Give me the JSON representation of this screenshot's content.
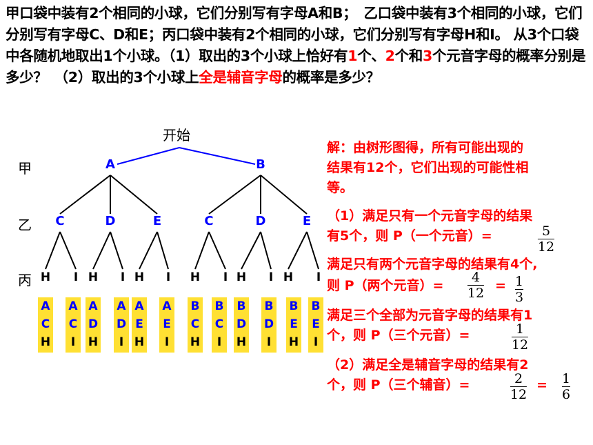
{
  "problem": {
    "p1": "甲口袋中装有2个相同的小球，它们分别写有字母A和B；　乙口袋中装有3个相同的小球，它们分别写有字母C、D和E；丙口袋中装有2个相同的小球，它们分别写有字母H和I。 从3个口袋中各随机地取出1个小球。（1）取出的3个小球上恰好有",
    "r1": "1",
    "p2": "个、",
    "r2": "2",
    "p3": "个和",
    "r3": "3",
    "p4": "个元音字母的概率分别是多少？　（2）取出的3个小球上",
    "r4": "全是辅音字母",
    "p5": "的概率是多少？"
  },
  "tree": {
    "start": "开始",
    "levels": [
      "甲",
      "乙",
      "丙"
    ],
    "bag_a": [
      "A",
      "B"
    ],
    "bag_b": [
      "C",
      "D",
      "E",
      "C",
      "D",
      "E"
    ],
    "bag_c": [
      "H",
      "I",
      "H",
      "I",
      "H",
      "I",
      "H",
      "I",
      "H",
      "I",
      "H",
      "I"
    ],
    "outcomes": [
      [
        "A",
        "C",
        "H"
      ],
      [
        "A",
        "C",
        "I"
      ],
      [
        "A",
        "D",
        "H"
      ],
      [
        "A",
        "D",
        "I"
      ],
      [
        "A",
        "E",
        "H"
      ],
      [
        "A",
        "E",
        "I"
      ],
      [
        "B",
        "C",
        "H"
      ],
      [
        "B",
        "C",
        "I"
      ],
      [
        "B",
        "D",
        "H"
      ],
      [
        "B",
        "D",
        "I"
      ],
      [
        "B",
        "E",
        "H"
      ],
      [
        "B",
        "E",
        "I"
      ]
    ]
  },
  "solution": {
    "intro_1": "解：由树形图得，所有可能出现的",
    "intro_2": "结果有12个，它们出现的可能性相",
    "intro_3": "等。",
    "q1_line1": "（1）满足只有一个元音字母的结果",
    "q1_line2": "有5个，则 P（一个元音）=",
    "q1_frac": [
      "5",
      "12"
    ],
    "q2_line1": "满足只有两个元音字母的结果有4个,",
    "q2_line2": "则 P（两个元音）=",
    "q2_frac": [
      "4",
      "12"
    ],
    "q2_eq": "=",
    "q2_frac_s": [
      "1",
      "3"
    ],
    "q3_line1": "满足三个全部为元音字母的结果有1",
    "q3_line2": "个，则 P（三个元音）=",
    "q3_frac": [
      "1",
      "12"
    ],
    "q4_line1": "（2）满足全是辅音字母的结果有2",
    "q4_line2": "个，则 P（三个辅音）=",
    "q4_frac": [
      "2",
      "12"
    ],
    "q4_eq": "=",
    "q4_frac_s": [
      "1",
      "6"
    ]
  },
  "colors": {
    "tree_top": "#0000ff",
    "node": "#0000ff",
    "outcome_bg": "#ffe033",
    "answer": "#ff0000"
  }
}
